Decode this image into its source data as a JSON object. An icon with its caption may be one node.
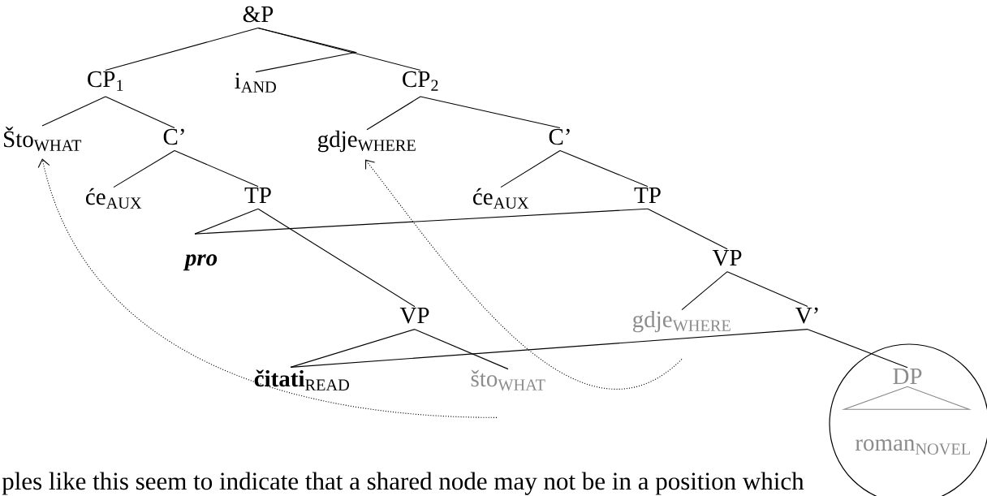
{
  "diagram": {
    "nodes": [
      {
        "text": [
          "&P"
        ]
      },
      {
        "text": [
          "CP$_{1}$"
        ]
      },
      {
        "text": [
          "i$_{AND}$"
        ]
      },
      {
        "text": [
          "CP$_{2}$"
        ]
      },
      {
        "text": [
          "Što$_{WHAT}$"
        ]
      },
      {
        "text": [
          "C’"
        ]
      },
      {
        "text": [
          "gdje$_{WHERE}$"
        ]
      },
      {
        "text": [
          "C’"
        ]
      },
      {
        "text": [
          "će$_{AUX}$"
        ]
      },
      {
        "text": [
          "TP"
        ]
      },
      {
        "text": [
          "će$_{AUX}$"
        ]
      },
      {
        "text": [
          "TP"
        ]
      },
      {
        "text": [
          "pro"
        ]
      },
      {
        "text": [
          "VP"
        ]
      },
      {
        "text": [
          "VP"
        ]
      },
      {
        "text": [
          "gdje$_{WHERE}$"
        ]
      },
      {
        "text": [
          "V’"
        ]
      },
      {
        "text": [
          "**čitati**$_{READ}$"
        ]
      },
      {
        "text": [
          "što$_{WHAT}$"
        ]
      },
      {
        "text": [],
        "shape": "circle"
      },
      {
        "text": [
          "DP"
        ],
        "in": 19
      },
      {
        "text": [
          "roman$_{NOVEL}$"
        ],
        "in": 19
      }
    ],
    "edges": [
      {
        "from": 0,
        "to": 1,
        "arrow": "none"
      },
      {
        "from": 0,
        "to": 3,
        "arrow": "none"
      },
      {
        "from": 0,
        "to": 2,
        "arrow": "none"
      },
      {
        "from": 1,
        "to": 4,
        "arrow": "none"
      },
      {
        "from": 1,
        "to": 5,
        "arrow": "none"
      },
      {
        "from": 3,
        "to": 6,
        "arrow": "none"
      },
      {
        "from": 3,
        "to": 7,
        "arrow": "none"
      },
      {
        "from": 5,
        "to": 8,
        "arrow": "none"
      },
      {
        "from": 5,
        "to": 9,
        "arrow": "none"
      },
      {
        "from": 7,
        "to": 10,
        "arrow": "none"
      },
      {
        "from": 7,
        "to": 11,
        "arrow": "none"
      },
      {
        "from": 9,
        "to": 12,
        "arrow": "none"
      },
      {
        "from": 11,
        "to": 12,
        "arrow": "none"
      },
      {
        "from": 9,
        "to": 14,
        "arrow": "none"
      },
      {
        "from": 11,
        "to": 13,
        "arrow": "none"
      },
      {
        "from": 13,
        "to": 15,
        "arrow": "none"
      },
      {
        "from": 13,
        "to": 16,
        "arrow": "none"
      },
      {
        "from": 14,
        "to": 17,
        "arrow": "none"
      },
      {
        "from": 14,
        "to": 18,
        "arrow": "none"
      },
      {
        "from": 16,
        "to": 17,
        "arrow": "none"
      },
      {
        "from": 16,
        "to": 20,
        "arrow": "none"
      },
      {
        "from": 20,
        "to": 21,
        "arrow": "none",
        "color": "#888888"
      },
      {
        "from": 18,
        "to": 4,
        "arrow": "to",
        "style": "dashed"
      },
      {
        "from": 15,
        "to": 6,
        "arrow": "to",
        "style": "dashed"
      }
    ],
    "labels": [
      "ples like this seem to indicate that a shared node may not be in a position which"
    ]
  }
}
